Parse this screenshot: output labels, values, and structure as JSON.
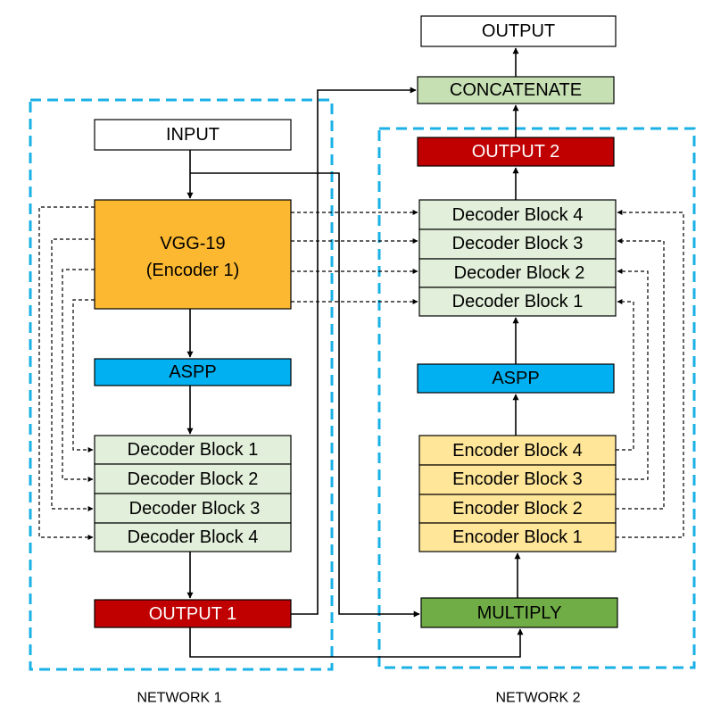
{
  "colors": {
    "white": "#ffffff",
    "encoder_main": "#fbb830",
    "aspp": "#00b0f0",
    "output_red": "#c00000",
    "decoder_green": "#e2efda",
    "encoder_block": "#ffe699",
    "concatenate": "#c6e0b4",
    "multiply": "#70ad47",
    "region_border": "#1ab1e6"
  },
  "labels": {
    "output": "OUTPUT",
    "concatenate": "CONCATENATE",
    "input": "INPUT",
    "output2": "OUTPUT 2",
    "vgg_line1": "VGG-19",
    "vgg_line2": "(Encoder 1)",
    "aspp1": "ASPP",
    "aspp2": "ASPP",
    "output1": "OUTPUT 1",
    "multiply": "MULTIPLY",
    "network1": "NETWORK 1",
    "network2": "NETWORK 2"
  },
  "network1": {
    "decoder_blocks": [
      "Decoder Block 1",
      "Decoder Block 2",
      "Decoder Block 3",
      "Decoder Block 4"
    ]
  },
  "network2": {
    "decoder_blocks": [
      "Decoder Block 4",
      "Decoder Block 3",
      "Decoder Block 2",
      "Decoder Block 1"
    ],
    "encoder_blocks": [
      "Encoder Block 4",
      "Encoder Block 3",
      "Encoder Block 2",
      "Encoder Block 1"
    ]
  }
}
